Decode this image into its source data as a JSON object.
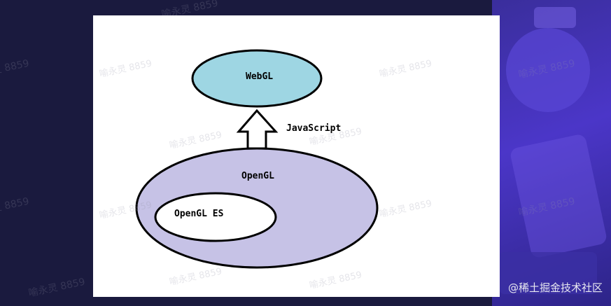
{
  "diagram": {
    "nodes": {
      "webgl": "WebGL",
      "opengl": "OpenGL",
      "opengl_es": "OpenGL ES"
    },
    "edge_label": "JavaScript"
  },
  "colors": {
    "webgl_fill": "#9ed6e3",
    "opengl_fill": "#c6c2e6",
    "opengl_es_fill": "#ffffff",
    "outline": "#000000",
    "page_background": "#1a1a3e",
    "slide_background": "#ffffff"
  },
  "watermark": "喻永灵 8859",
  "brand": "@稀土掘金技术社区"
}
